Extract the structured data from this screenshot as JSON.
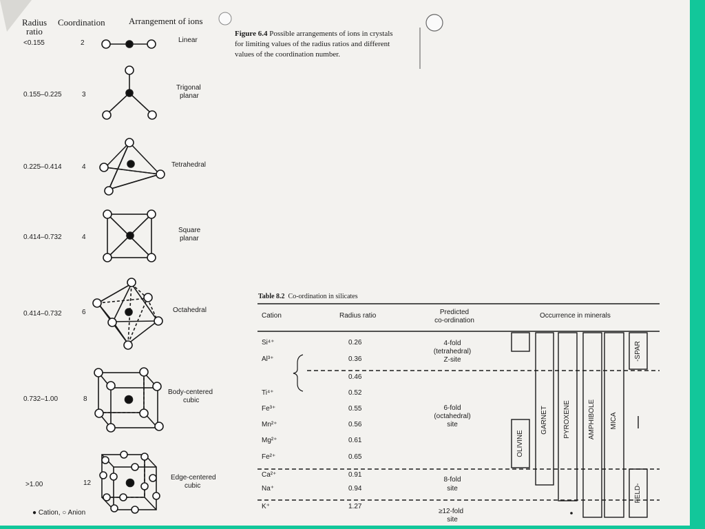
{
  "figure": {
    "col_headers": {
      "radius_ratio": [
        "Radius",
        "ratio"
      ],
      "coordination": "Coordination",
      "arrangement": "Arrangement of ions"
    },
    "rows": [
      {
        "ratio": "<0.155",
        "coord": "2",
        "name": [
          "Linear"
        ]
      },
      {
        "ratio": "0.155–0.225",
        "coord": "3",
        "name": [
          "Trigonal",
          "planar"
        ]
      },
      {
        "ratio": "0.225–0.414",
        "coord": "4",
        "name": [
          "Tetrahedral"
        ]
      },
      {
        "ratio": "0.414–0.732",
        "coord": "4",
        "name": [
          "Square",
          "planar"
        ]
      },
      {
        "ratio": "0.414–0.732",
        "coord": "6",
        "name": [
          "Octahedral"
        ]
      },
      {
        "ratio": "0.732–1.00",
        "coord": "8",
        "name": [
          "Body-centered",
          "cubic"
        ]
      },
      {
        "ratio": ">1.00",
        "coord": "12",
        "name": [
          "Edge-centered",
          "cubic"
        ]
      }
    ],
    "legend": "● Cation, ○ Anion",
    "caption": {
      "label": "Figure 6.4",
      "line1": "Possible arrangements of ions in crystals",
      "line2": "for limiting values of the radius ratios and different",
      "line3": "values of the coordination number."
    }
  },
  "table": {
    "title_label": "Table 8.2",
    "title_text": "Co-ordination in silicates",
    "headers": {
      "cation": "Cation",
      "radius": "Radius ratio",
      "predicted": [
        "Predicted",
        "co-ordination"
      ],
      "occurrence": "Occurrence in minerals"
    },
    "rows": [
      {
        "cation": "Si⁴⁺",
        "ratio": "0.26"
      },
      {
        "cation": "Al³⁺",
        "ratio": "0.36"
      },
      {
        "cation": "",
        "ratio": "0.46"
      },
      {
        "cation": "Ti⁴⁺",
        "ratio": "0.52"
      },
      {
        "cation": "Fe³⁺",
        "ratio": "0.55"
      },
      {
        "cation": "Mn²⁺",
        "ratio": "0.56"
      },
      {
        "cation": "Mg²⁺",
        "ratio": "0.61"
      },
      {
        "cation": "Fe²⁺",
        "ratio": "0.65"
      },
      {
        "cation": "Ca²⁺",
        "ratio": "0.91"
      },
      {
        "cation": "Na⁺",
        "ratio": "0.94"
      },
      {
        "cation": "K⁺",
        "ratio": "1.27"
      }
    ],
    "sites": {
      "four_fold": [
        "4-fold",
        "(tetrahedral)",
        "Z-site"
      ],
      "six_fold": [
        "6-fold",
        "(octahedral)",
        "site"
      ],
      "eight_fold": [
        "8-fold",
        "site"
      ],
      "twelve_fold": [
        "≥12-fold",
        "site"
      ]
    },
    "minerals": {
      "olivine": "OLIVINE",
      "garnet": "GARNET",
      "pyroxene": "PYROXENE",
      "amphibole": "AMPHIBOLE",
      "mica": "MICA",
      "spar": "-SPAR",
      "feld": "FELD-"
    }
  }
}
